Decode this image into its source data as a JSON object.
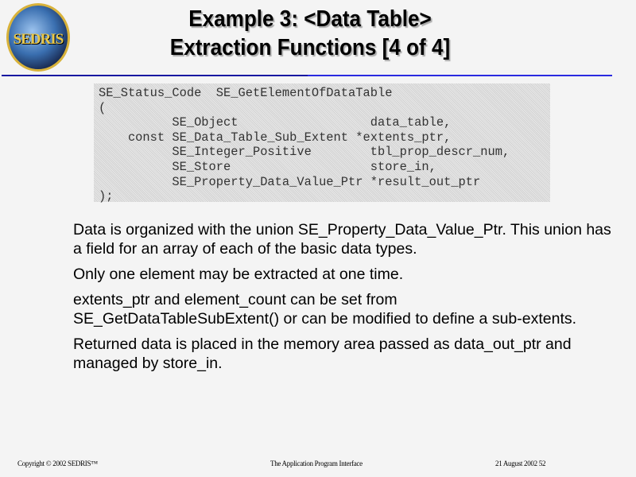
{
  "logo": {
    "text": "SEDRIS"
  },
  "title": {
    "line1": "Example 3: <Data Table>",
    "line2": "Extraction Functions [4 of 4]"
  },
  "code": "SE_Status_Code  SE_GetElementOfDataTable\n(\n          SE_Object                  data_table,\n    const SE_Data_Table_Sub_Extent *extents_ptr,\n          SE_Integer_Positive        tbl_prop_descr_num,\n          SE_Store                   store_in,\n          SE_Property_Data_Value_Ptr *result_out_ptr\n);",
  "bullets": [
    "Data is organized with the union SE_Property_Data_Value_Ptr. This union has a field for an array of each of the basic data types.",
    "Only one element may be extracted at one time.",
    "extents_ptr and element_count can be set from SE_GetDataTableSubExtent() or can be modified to define a sub-extents.",
    "Returned data is placed in the memory area passed as data_out_ptr and managed by store_in."
  ],
  "footer": {
    "copyright": "Copyright © 2002 SEDRIS™",
    "center": "The Application Program Interface",
    "date_page": "21 August 2002 52"
  }
}
